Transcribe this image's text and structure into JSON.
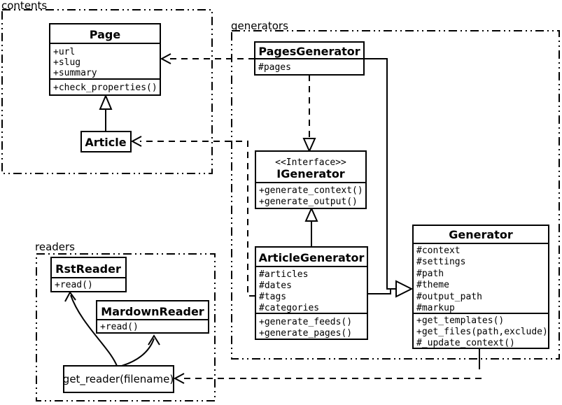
{
  "colors": {
    "ink": "#000000",
    "background": "#ffffff",
    "box_fill": "#ffffff"
  },
  "packages": {
    "contents": {
      "label": "contents"
    },
    "generators": {
      "label": "generators"
    },
    "readers": {
      "label": "readers"
    }
  },
  "classes": {
    "page": {
      "title": "Page",
      "attributes": [
        "+url",
        "+slug",
        "+summary"
      ],
      "methods": [
        "+check_properties()"
      ]
    },
    "article": {
      "title": "Article"
    },
    "pages_generator": {
      "title": "PagesGenerator",
      "attributes": [
        "#pages"
      ]
    },
    "igenerator": {
      "stereotype": "<<Interface>>",
      "title": "IGenerator",
      "methods": [
        "+generate_context()",
        "+generate_output()"
      ]
    },
    "article_generator": {
      "title": "ArticleGenerator",
      "attributes": [
        "#articles",
        "#dates",
        "#tags",
        "#categories"
      ],
      "methods": [
        "+generate_feeds()",
        "+generate_pages()"
      ]
    },
    "generator": {
      "title": "Generator",
      "attributes": [
        "#context",
        "#settings",
        "#path",
        "#theme",
        "#output_path",
        "#markup"
      ],
      "methods": [
        "+get_templates()",
        "+get_files(path,exclude)",
        "#_update_context()"
      ]
    },
    "rst_reader": {
      "title": "RstReader",
      "methods": [
        "+read()"
      ]
    },
    "mardown_reader": {
      "title": "MardownReader",
      "methods": [
        "+read()"
      ]
    },
    "get_reader": {
      "label": "get_reader(filename)"
    }
  },
  "relationships": [
    {
      "from": "Article",
      "to": "Page",
      "type": "generalization-solid-hollow-triangle"
    },
    {
      "from": "PagesGenerator",
      "to": "Page",
      "type": "dependency-dashed-open-arrow"
    },
    {
      "from": "ArticleGenerator",
      "to": "Article",
      "type": "dependency-dashed-open-arrow"
    },
    {
      "from": "PagesGenerator",
      "to": "IGenerator",
      "type": "realization-dashed-hollow-triangle"
    },
    {
      "from": "ArticleGenerator",
      "to": "IGenerator",
      "type": "generalization-solid-hollow-triangle"
    },
    {
      "from": "PagesGenerator",
      "to": "Generator",
      "type": "generalization-solid-hollow-triangle"
    },
    {
      "from": "ArticleGenerator",
      "to": "Generator",
      "type": "generalization-solid-hollow-triangle"
    },
    {
      "from": "Generator",
      "to": "get_reader(filename)",
      "type": "dependency-dashed-open-arrow"
    },
    {
      "from": "get_reader(filename)",
      "to": "RstReader",
      "type": "curved-open-arrow"
    },
    {
      "from": "get_reader(filename)",
      "to": "MardownReader",
      "type": "curved-open-arrow"
    }
  ]
}
